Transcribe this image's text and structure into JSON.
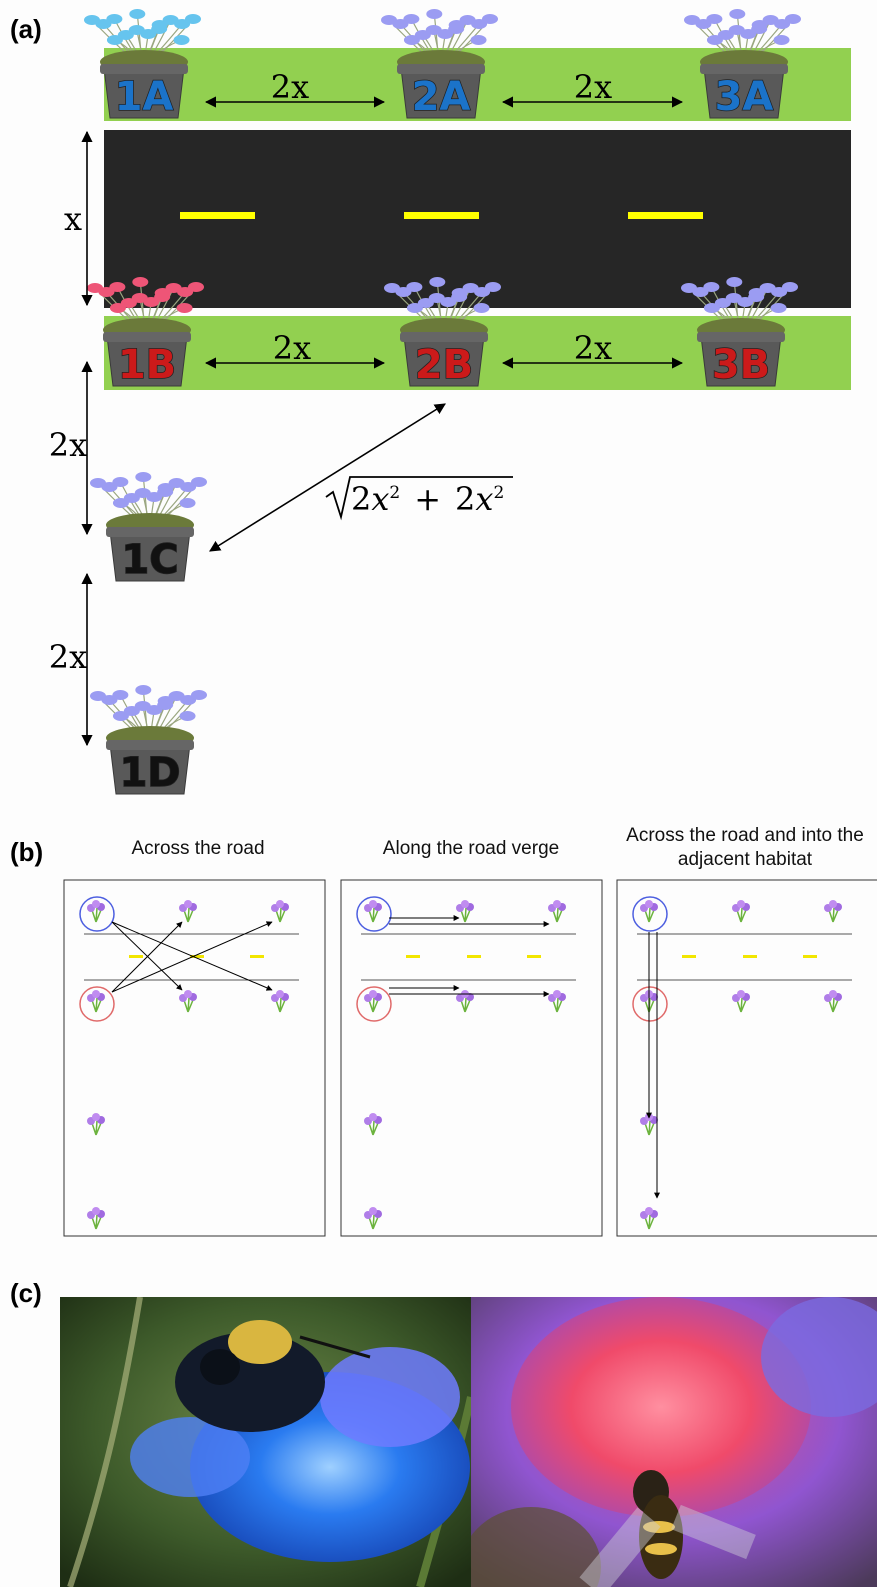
{
  "panels": {
    "a": "(a)",
    "b": "(b)",
    "c": "(c)"
  },
  "panel_a": {
    "pots": [
      {
        "id": "1A",
        "label": "1A",
        "color": "#1b73c9",
        "flower": "#66c4ee"
      },
      {
        "id": "2A",
        "label": "2A",
        "color": "#1b73c9",
        "flower": "#9b9cf2"
      },
      {
        "id": "3A",
        "label": "3A",
        "color": "#1b73c9",
        "flower": "#9b9cf2"
      },
      {
        "id": "1B",
        "label": "1B",
        "color": "#cc1a1a",
        "flower": "#ee5577"
      },
      {
        "id": "2B",
        "label": "2B",
        "color": "#cc1a1a",
        "flower": "#9b9cf2"
      },
      {
        "id": "3B",
        "label": "3B",
        "color": "#cc1a1a",
        "flower": "#9b9cf2"
      },
      {
        "id": "1C",
        "label": "1C",
        "color": "#111111",
        "flower": "#9b9cf2"
      },
      {
        "id": "1D",
        "label": "1D",
        "color": "#111111",
        "flower": "#9b9cf2"
      }
    ],
    "distances": {
      "row_spacing": "2x",
      "road_width": "x",
      "verge_spacing": "2x",
      "diagonal_base": "2",
      "diagonal_var": "x",
      "diagonal_exp": "2",
      "diagonal_plus": "+"
    },
    "colors": {
      "verge": "#92d050",
      "road": "#262626",
      "road_marking": "#ffff00",
      "pot": "#595959"
    }
  },
  "panel_b": {
    "titles": [
      "Across the road",
      "Along the road verge",
      "Across the road and into the adjacent habitat"
    ]
  }
}
